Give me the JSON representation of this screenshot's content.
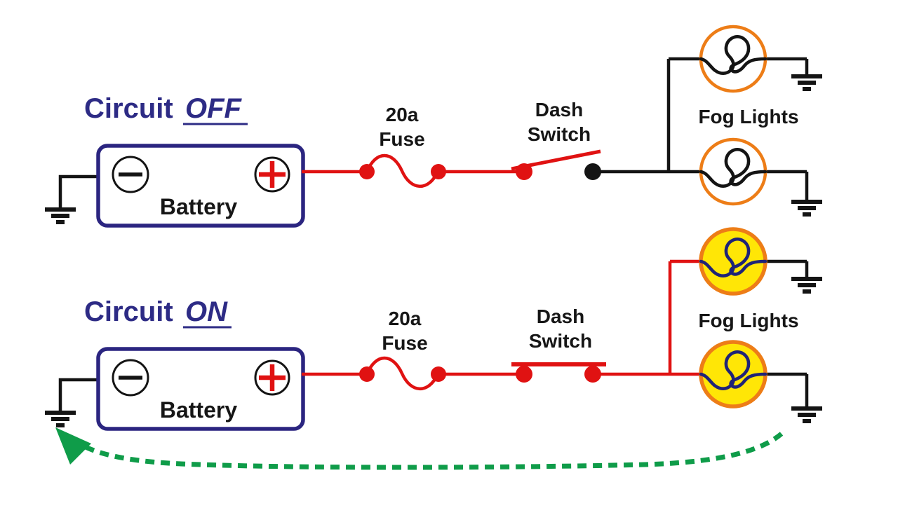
{
  "colors": {
    "wire_hot": "#e01212",
    "wire_ground": "#141414",
    "outline_navy": "#2b2580",
    "title_text": "#2d2b85",
    "label_text": "#161616",
    "bulb_ring": "#ed7d17",
    "bulb_off_fill": "#ffffff",
    "bulb_on_fill": "#ffe606",
    "filament_off": "#141414",
    "filament_on": "#1f2377",
    "terminal_plus": "#e01212",
    "terminal_minus": "#141414",
    "current_arrow_green": "#0f9c49"
  },
  "circuit_off": {
    "title": "Circuit",
    "state": "OFF",
    "battery": {
      "label": "Battery",
      "minus_symbol": "−",
      "plus_symbol": "+"
    },
    "fuse": {
      "line1": "20a",
      "line2": "Fuse"
    },
    "switch": {
      "line1": "Dash",
      "line2": "Switch",
      "state": "open"
    },
    "fog_lights": {
      "label": "Fog Lights",
      "state": "off"
    }
  },
  "circuit_on": {
    "title": "Circuit",
    "state": "ON",
    "battery": {
      "label": "Battery",
      "minus_symbol": "−",
      "plus_symbol": "+"
    },
    "fuse": {
      "line1": "20a",
      "line2": "Fuse"
    },
    "switch": {
      "line1": "Dash",
      "line2": "Switch",
      "state": "closed"
    },
    "fog_lights": {
      "label": "Fog Lights",
      "state": "on"
    }
  }
}
